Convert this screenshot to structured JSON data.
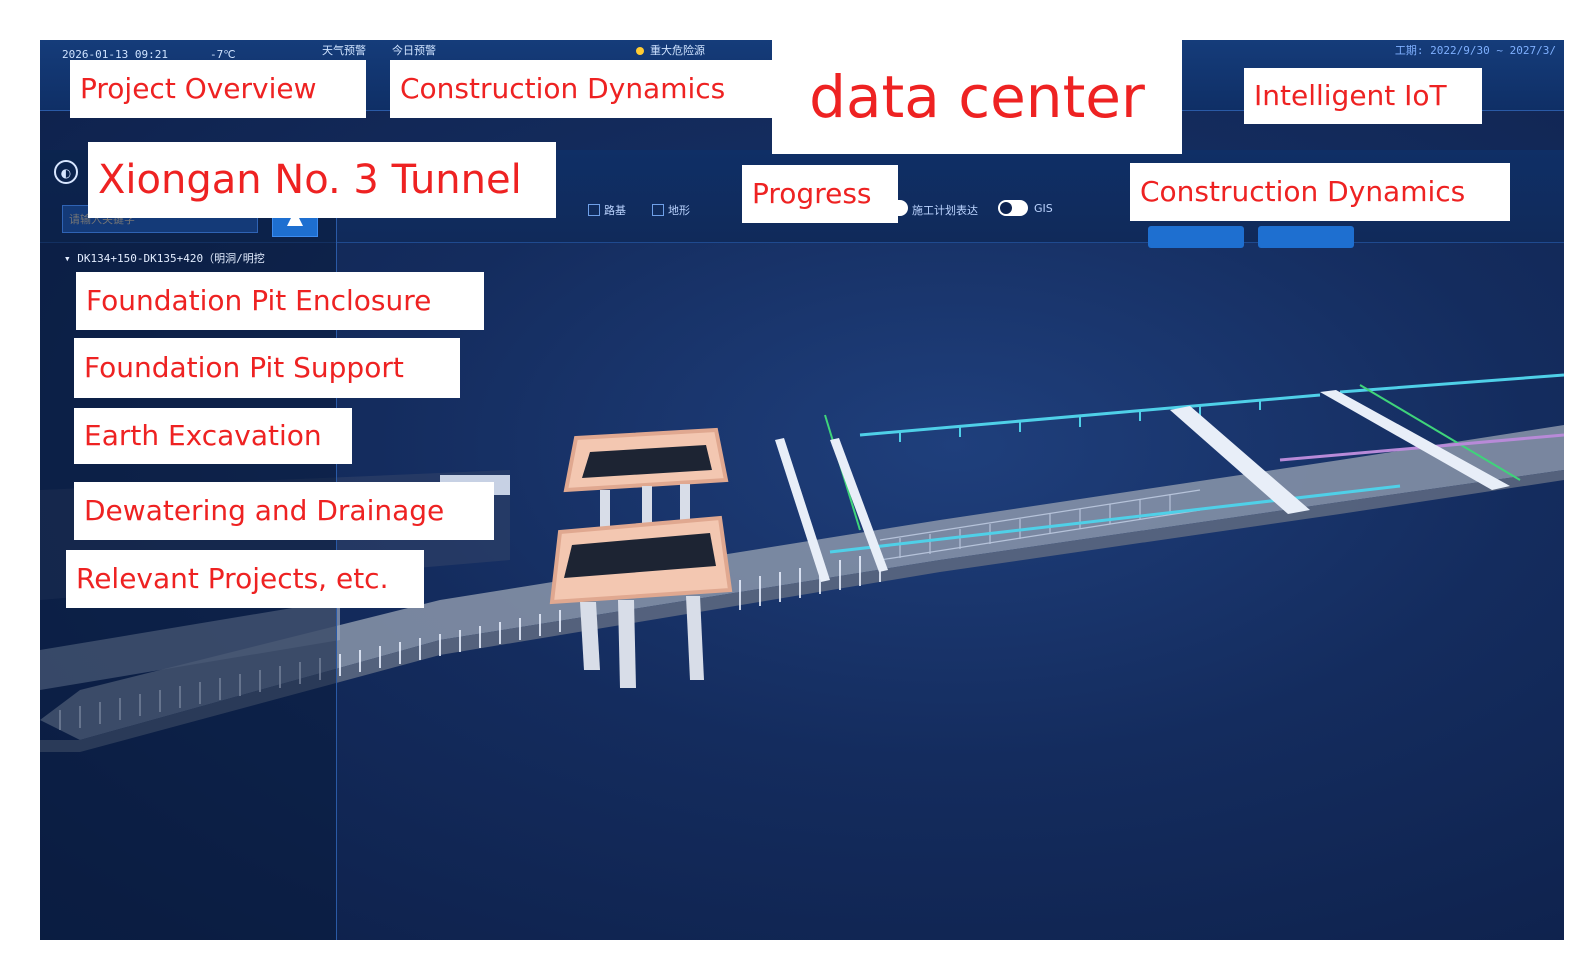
{
  "header": {
    "datetime": "2026-01-13 09:21",
    "temperature": "-7℃",
    "weather_label": "天气预警",
    "alert_label": "今日预警",
    "status_label": "重大危险源",
    "schedule": "工期: 2022/9/30 ~ 2027/3/"
  },
  "sidebar": {
    "search_placeholder": "请输入关键字",
    "tree_root": "▾ DK134+150-DK135+420（明洞/明挖"
  },
  "toolbar": {
    "checkbox_road": "路基",
    "checkbox_terrain": "地形",
    "toggle_plan": "施工计划表达",
    "toggle_gis": "GIS"
  },
  "annotations": {
    "project_overview": "Project Overview",
    "construction_dynamics_top": "Construction Dynamics",
    "data_center": "data center",
    "intelligent_iot": "Intelligent IoT",
    "tunnel_name": "Xiongan No. 3 Tunnel",
    "progress": "Progress",
    "construction_dynamics_right": "Construction Dynamics",
    "foundation_pit_enclosure": "Foundation Pit Enclosure",
    "foundation_pit_support": "Foundation Pit Support",
    "earth_excavation": "Earth Excavation",
    "dewatering_and_drainage": "Dewatering and Drainage",
    "relevant_projects": "Relevant Projects, etc."
  },
  "colors": {
    "annotation_text": "#ee2222",
    "annotation_bg": "#ffffff",
    "screen_bg": "#142c5e",
    "accent_blue": "#1e6fd0",
    "pipe_cyan": "#4fd0e8",
    "pier_orange": "#e0a890"
  }
}
